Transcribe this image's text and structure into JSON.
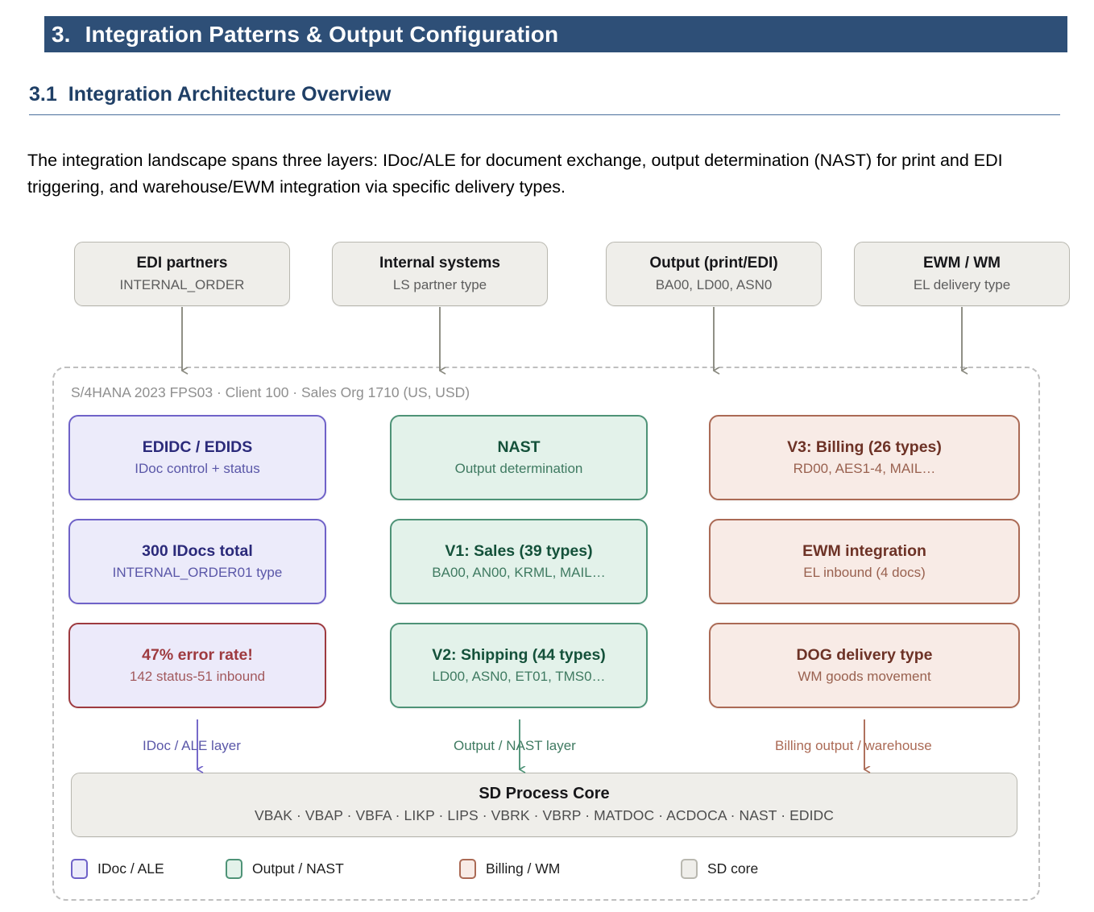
{
  "header": {
    "number": "3.",
    "title": "Integration Patterns & Output Configuration",
    "bar_color": "#2e4f77"
  },
  "subsection": {
    "number": "3.1",
    "title": "Integration Architecture Overview",
    "color": "#1f3f66"
  },
  "intro_paragraph": "The integration landscape spans three layers: IDoc/ALE for document exchange, output determination (NAST) for print and EDI triggering, and warehouse/EWM integration via specific delivery types.",
  "sources": [
    {
      "title": "EDI partners",
      "subtitle": "INTERNAL_ORDER"
    },
    {
      "title": "Internal systems",
      "subtitle": "LS partner type"
    },
    {
      "title": "Output (print/EDI)",
      "subtitle": "BA00, LD00, ASN0"
    },
    {
      "title": "EWM / WM",
      "subtitle": "EL delivery type"
    }
  ],
  "landscape": {
    "caption": "S/4HANA 2023 FPS03 · Client 100 · Sales Org 1710 (US, USD)",
    "columns": [
      {
        "key": "idoc",
        "connector_label": "IDoc / ALE layer",
        "connector_color": "#6f62c8",
        "nodes": [
          {
            "title": "EDIDC / EDIDS",
            "subtitle": "IDoc control + status",
            "style": "idoc"
          },
          {
            "title": "300 IDocs total",
            "subtitle": "INTERNAL_ORDER01 type",
            "style": "idoc"
          },
          {
            "title": "47% error rate!",
            "subtitle": "142 status-51 inbound",
            "style": "alert"
          }
        ]
      },
      {
        "key": "nast",
        "connector_label": "Output / NAST layer",
        "connector_color": "#4e9377",
        "nodes": [
          {
            "title": "NAST",
            "subtitle": "Output determination",
            "style": "nast"
          },
          {
            "title": "V1: Sales (39 types)",
            "subtitle": "BA00, AN00, KRML, MAIL…",
            "style": "nast"
          },
          {
            "title": "V2: Shipping (44 types)",
            "subtitle": "LD00, ASN0, ET01, TMS0…",
            "style": "nast"
          }
        ]
      },
      {
        "key": "bill",
        "connector_label": "Billing output / warehouse",
        "connector_color": "#ab6a55",
        "nodes": [
          {
            "title": "V3: Billing (26 types)",
            "subtitle": "RD00, AES1-4, MAIL…",
            "style": "bill"
          },
          {
            "title": "EWM integration",
            "subtitle": "EL inbound (4 docs)",
            "style": "bill"
          },
          {
            "title": "DOG delivery type",
            "subtitle": "WM goods movement",
            "style": "bill"
          }
        ]
      }
    ]
  },
  "core": {
    "title": "SD Process Core",
    "tables": "VBAK · VBAP · VBFA · LIKP · LIPS · VBRK · VBRP · MATDOC · ACDOCA · NAST · EDIDC"
  },
  "legend": [
    {
      "label": "IDoc / ALE",
      "fill": "#ecebfa",
      "border": "#6f62c8"
    },
    {
      "label": "Output / NAST",
      "fill": "#e3f2ea",
      "border": "#4e9377"
    },
    {
      "label": "Billing / WM",
      "fill": "#f8ebe6",
      "border": "#ab6a55"
    },
    {
      "label": "SD core",
      "fill": "#efeeea",
      "border": "#b9b8b0"
    }
  ],
  "arrow_color": "#8a8a80"
}
